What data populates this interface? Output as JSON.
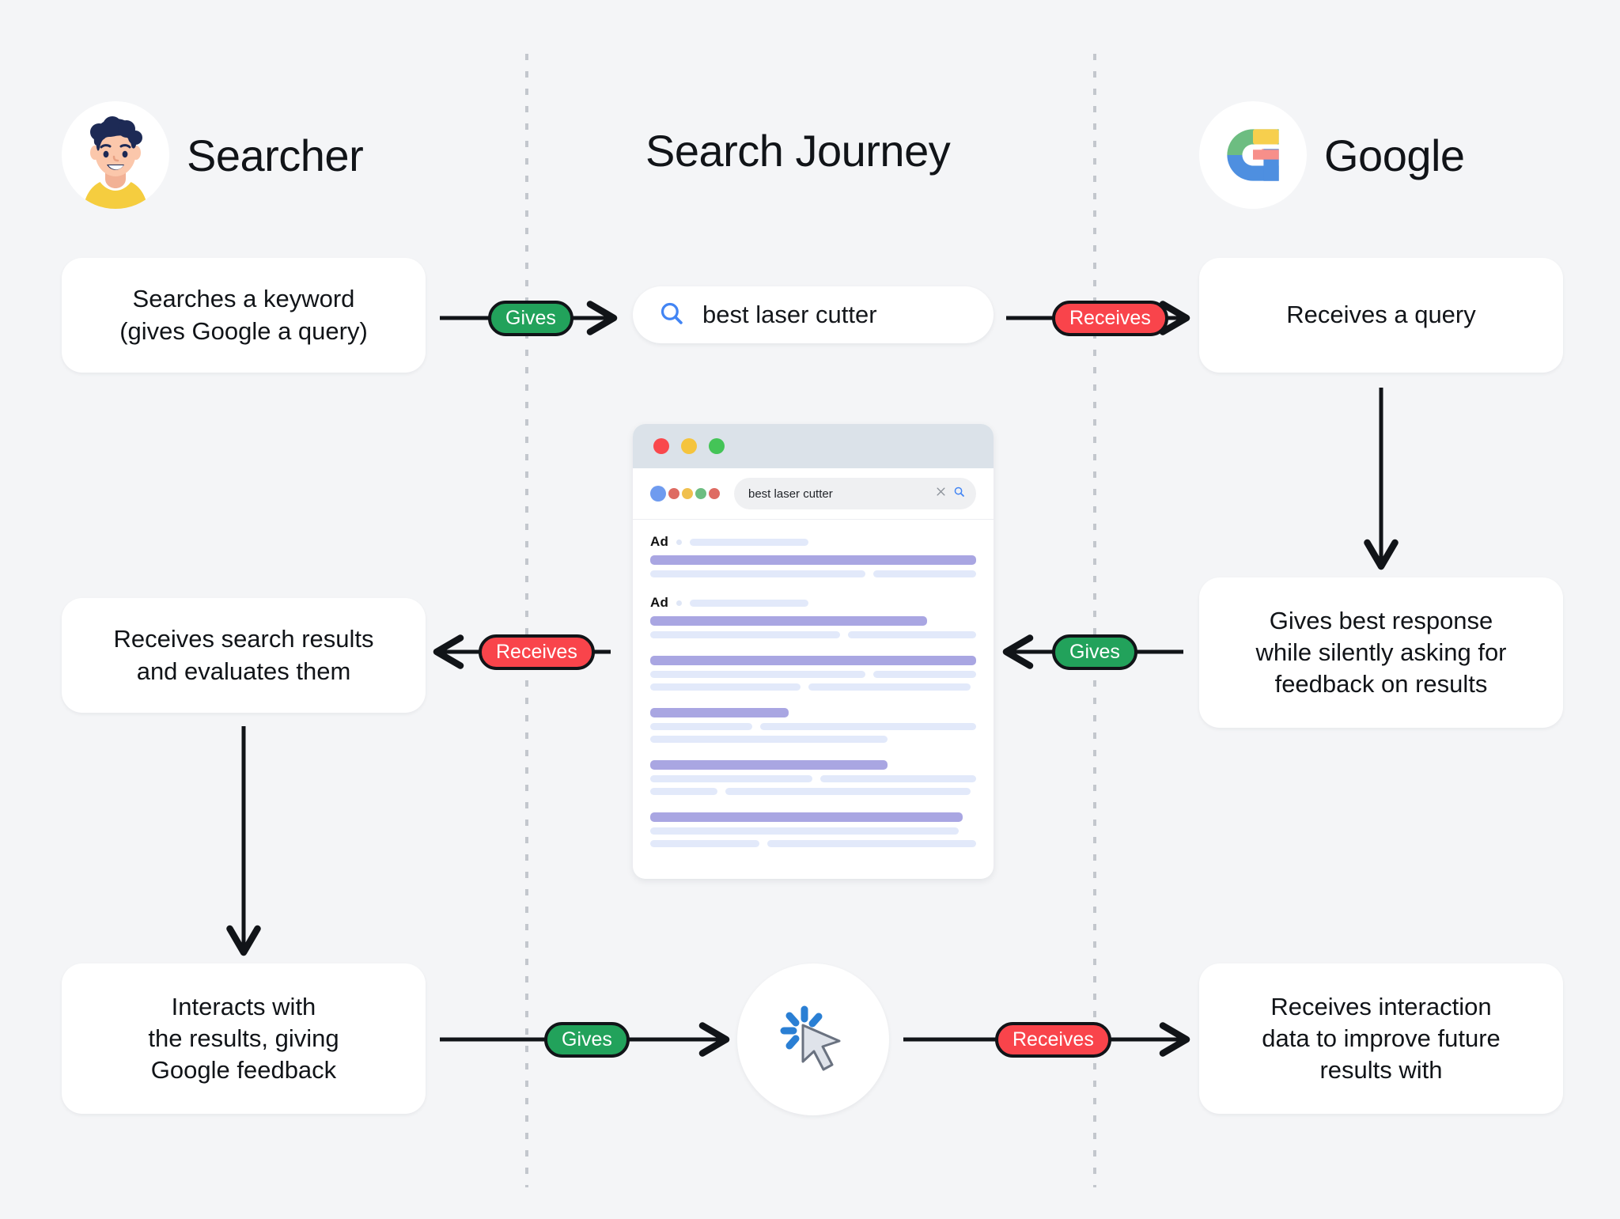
{
  "columns": {
    "left": {
      "title": "Searcher",
      "icon": "person-avatar-icon"
    },
    "center": {
      "title": "Search Journey"
    },
    "right": {
      "title": "Google",
      "icon": "google-g-logo-icon"
    }
  },
  "left_steps": [
    {
      "text_line1": "Searches a keyword",
      "text_line2": "(gives Google a query)"
    },
    {
      "text_line1": "Receives search results",
      "text_line2": "and evaluates them"
    },
    {
      "text_line1": "Interacts with",
      "text_line2": "the results, giving",
      "text_line3": "Google feedback"
    }
  ],
  "right_steps": [
    {
      "text_line1": "Receives a query"
    },
    {
      "text_line1": "Gives best response",
      "text_line2": "while silently asking for",
      "text_line3": "feedback on results"
    },
    {
      "text_line1": "Receives interaction",
      "text_line2": "data to improve future",
      "text_line3": "results with"
    }
  ],
  "center": {
    "query_pill": {
      "value": "best laser cutter",
      "icon": "search-icon"
    },
    "browser": {
      "window_dots": [
        "#f9484c",
        "#f5c43d",
        "#44c457"
      ],
      "google_dots": [
        "#6f9bef",
        "#de6b62",
        "#f0c04e",
        "#6dbd81",
        "#de6b62"
      ],
      "search_value": "best laser cutter",
      "clear_icon": "close-icon",
      "search_icon": "search-icon",
      "result_blocks": [
        {
          "ad_label": "Ad",
          "title_w": 490,
          "desc": [
            [
              440,
              210
            ],
            [
              0,
              0
            ]
          ]
        },
        {
          "ad_label": "Ad",
          "title_w": 350,
          "desc": [
            [
              340,
              230
            ],
            [
              0,
              0
            ]
          ]
        },
        {
          "ad_label": "",
          "title_w": 430,
          "desc": [
            [
              440,
              210
            ],
            [
              190,
              205
            ]
          ]
        },
        {
          "ad_label": "",
          "title_w": 175,
          "desc": [
            [
              165,
              350
            ],
            [
              300,
              0
            ]
          ]
        },
        {
          "ad_label": "",
          "title_w": 300,
          "desc": [
            [
              250,
              240
            ],
            [
              85,
              310
            ]
          ]
        },
        {
          "ad_label": "",
          "title_w": 395,
          "desc": [
            [
              390,
              0
            ],
            [
              160,
              305
            ]
          ]
        }
      ]
    },
    "click_badge": {
      "icon": "cursor-click-icon"
    }
  },
  "flows": [
    {
      "label": "Gives",
      "color": "#22a25b",
      "direction": "right"
    },
    {
      "label": "Receives",
      "color": "#f9444b",
      "direction": "right"
    },
    {
      "label": "Receives",
      "color": "#f9444b",
      "direction": "left"
    },
    {
      "label": "Gives",
      "color": "#22a25b",
      "direction": "left"
    },
    {
      "label": "Gives",
      "color": "#22a25b",
      "direction": "right"
    },
    {
      "label": "Receives",
      "color": "#f9444b",
      "direction": "right"
    }
  ],
  "colors": {
    "background": "#f4f5f7",
    "card": "#ffffff",
    "green_badge": "#22a25b",
    "red_badge": "#f9444b",
    "arrow": "#111418",
    "divider": "#c3c7cd",
    "skeleton_title": "#a9a6e2",
    "skeleton_text": "#e2e9fa"
  }
}
